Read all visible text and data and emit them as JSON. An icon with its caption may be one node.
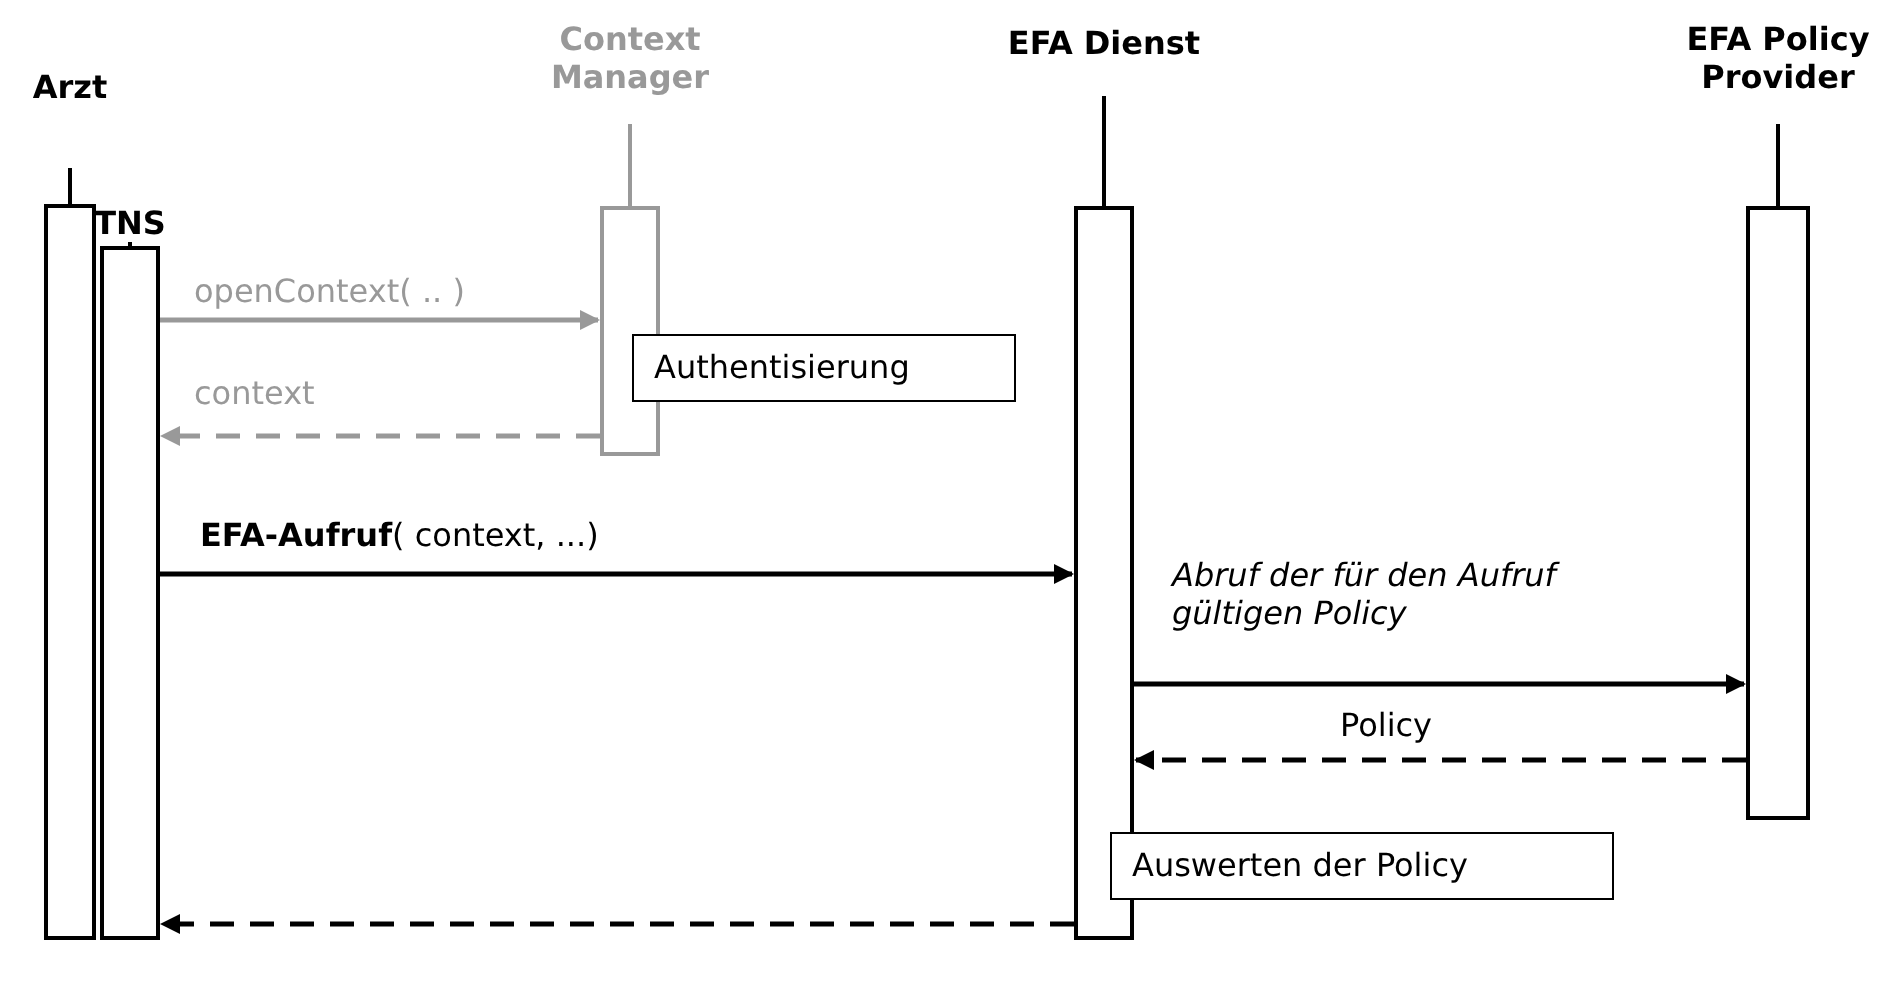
{
  "diagram": {
    "nodes": [
      {
        "text": [
          "Arzt"
        ]
      },
      {
        "text": [
          "TNS"
        ]
      },
      {
        "text": [
          "Context Manager"
        ]
      },
      {
        "text": [
          "EFA Dienst"
        ]
      },
      {
        "text": [
          "EFA Policy Provider"
        ]
      },
      {
        "text": [
          "Authentisierung"
        ]
      },
      {
        "text": [
          "Auswerten der Policy"
        ]
      }
    ],
    "edges": [
      {
        "from": 1,
        "to": 2,
        "arrow": "to",
        "label": "openContext( .. )",
        "color": "#999999"
      },
      {
        "from": 2,
        "to": 1,
        "arrow": "to",
        "label": "context",
        "style": "dashed",
        "color": "#999999"
      },
      {
        "from": 1,
        "to": 3,
        "arrow": "to",
        "label": "**EFA-Aufruf**( context, ...)"
      },
      {
        "from": 3,
        "to": 4,
        "arrow": "to",
        "label": "Abruf der für den Aufruf gültigen Policy"
      },
      {
        "from": 4,
        "to": 3,
        "arrow": "to",
        "label": "Policy",
        "style": "dashed"
      },
      {
        "from": 3,
        "to": 1,
        "arrow": "to",
        "style": "dashed"
      }
    ]
  }
}
